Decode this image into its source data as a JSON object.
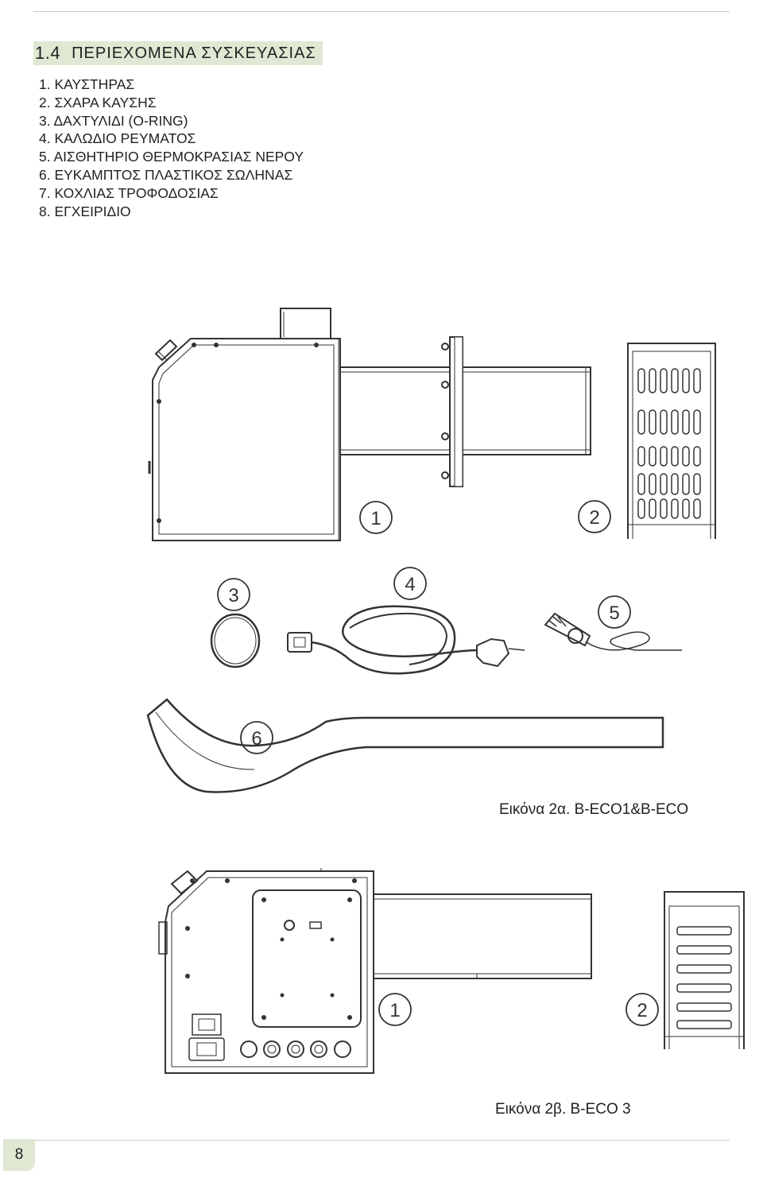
{
  "section": {
    "number": "1.4",
    "title": "ΠΕΡΙΕΧΟΜΕΝΑ ΣΥΣΚΕΥΑΣΙΑΣ"
  },
  "contents": [
    "1. ΚΑΥΣΤΗΡΑΣ",
    "2. ΣΧΑΡΑ ΚΑΥΣΗΣ",
    "3. ΔΑΧΤΥΛΙΔΙ (O-RING)",
    "4. ΚΑΛΩΔΙΟ ΡΕΥΜΑΤΟΣ",
    "5. ΑΙΣΘΗΤΗΡΙΟ ΘΕΡΜΟΚΡΑΣΙΑΣ ΝΕΡΟΥ",
    "6. ΕΥΚΑΜΠΤΟΣ ΠΛΑΣΤΙΚΟΣ ΣΩΛΗΝΑΣ",
    "7. ΚΟΧΛΙΑΣ ΤΡΟΦΟΔΟΣΙΑΣ",
    "8. ΕΓΧΕΙΡΙΔΙΟ"
  ],
  "figure_a": {
    "callouts": [
      "1",
      "2",
      "3",
      "4",
      "5",
      "6"
    ],
    "caption": "Εικόνα 2α. B-ECO1&B-ECO"
  },
  "figure_b": {
    "callouts": [
      "1",
      "2"
    ],
    "caption": "Εικόνα 2β. B-ECO 3"
  },
  "page_number": "8",
  "colors": {
    "accent_green": "#dfe8d2",
    "line": "#333333"
  }
}
